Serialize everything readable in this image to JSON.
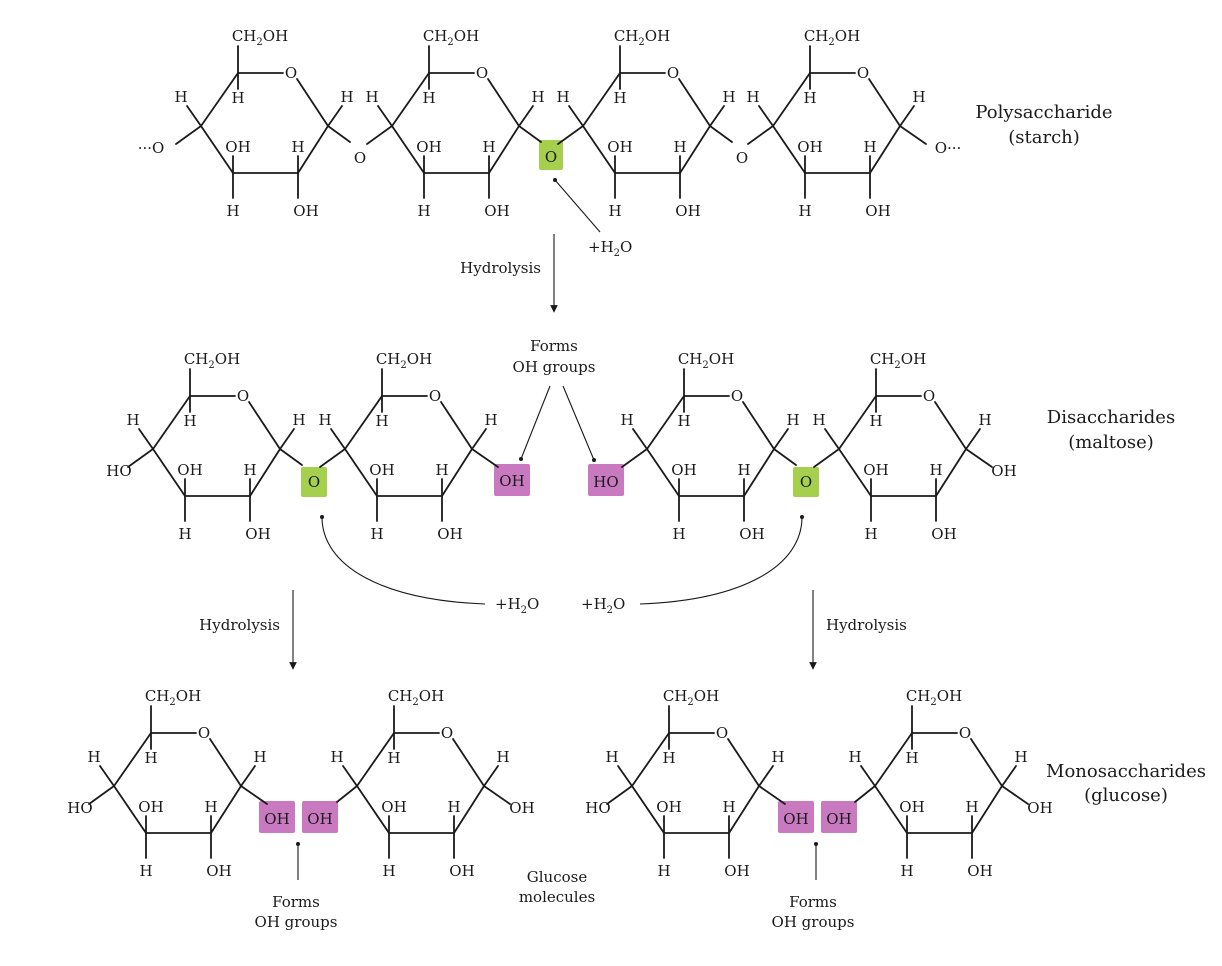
{
  "atoms": {
    "ring_o": "O",
    "h": "H",
    "oh": "OH",
    "ho": "HO",
    "ch2oh_a": "CH",
    "ch2oh_sub": "2",
    "ch2oh_b": "OH",
    "chain_left": "···O",
    "chain_right": "O···"
  },
  "water": {
    "plus_h": "+H",
    "sub": "2",
    "o": "O"
  },
  "labels": {
    "polysaccharide": "Polysaccharide",
    "starch": "(starch)",
    "disaccharides": "Disaccharides",
    "maltose": "(maltose)",
    "monosaccharides": "Monosaccharides",
    "glucose": "(glucose)",
    "hydrolysis": "Hydrolysis",
    "forms": "Forms",
    "oh_groups": "OH groups",
    "glucose_line1": "Glucose",
    "glucose_line2": "molecules"
  },
  "colors": {
    "glycosidic_oxygen": "#a5cf4c",
    "hydroxyl_group": "#c979bf",
    "ink": "#1a1a1a"
  }
}
